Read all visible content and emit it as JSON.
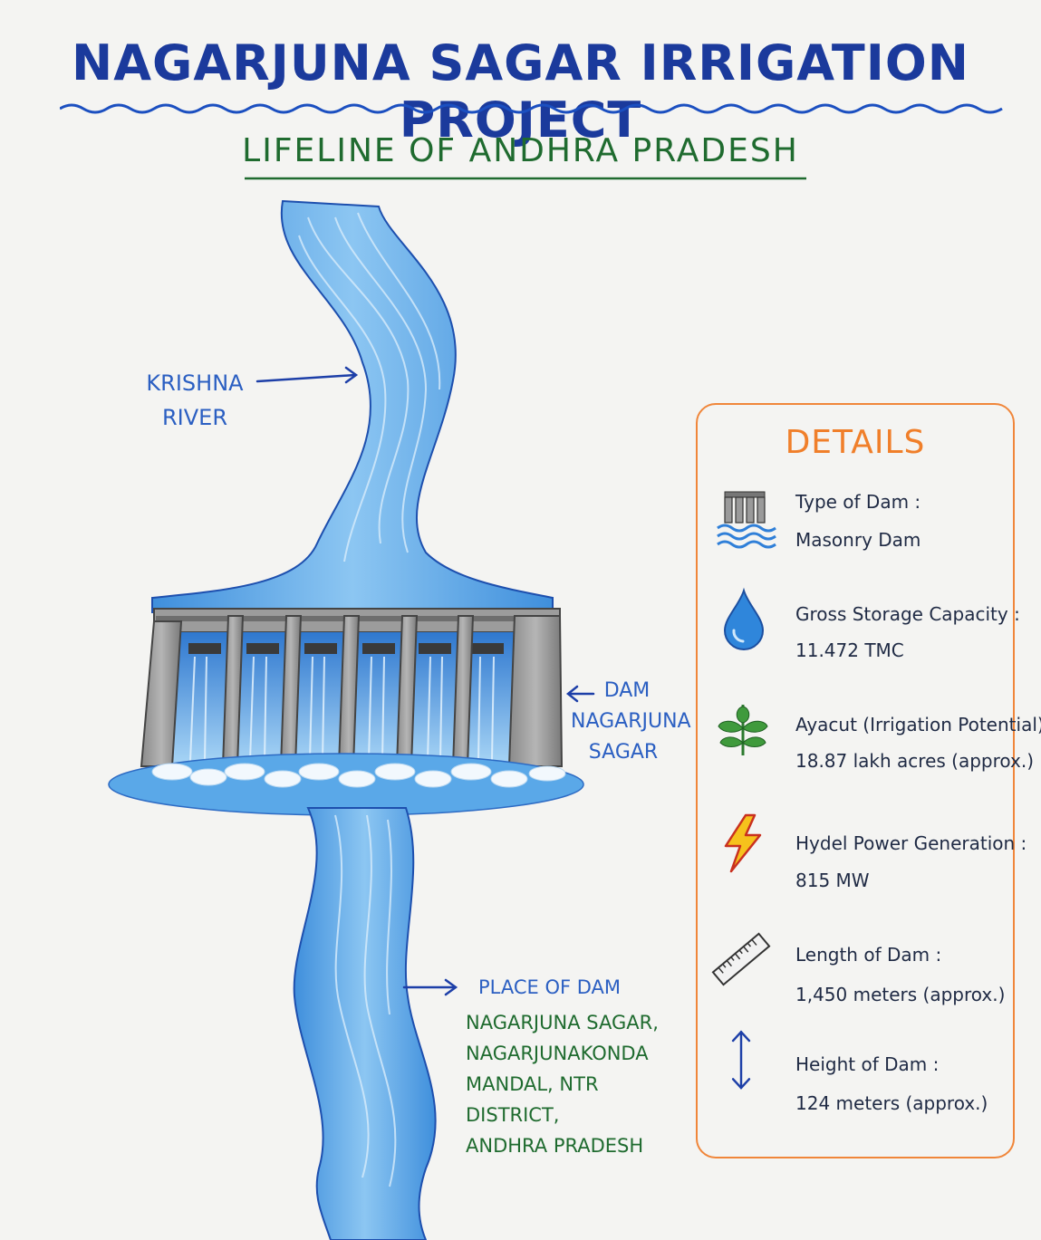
{
  "title": "NAGARJUNA SAGAR IRRIGATION PROJECT",
  "subtitle": "LIFELINE OF ANDHRA PRADESH",
  "river_label": [
    "KRISHNA",
    "RIVER"
  ],
  "dam_label": [
    "DAM",
    "NAGARJUNA",
    "SAGAR"
  ],
  "place": {
    "heading": "PLACE OF DAM",
    "lines": [
      "NAGARJUNA SAGAR,",
      "NAGARJUNAKONDA",
      "MANDAL, NTR DISTRICT,",
      "ANDHRA PRADESH"
    ]
  },
  "details": {
    "heading": "DETAILS",
    "items": [
      {
        "icon": "dam-icon",
        "label": "Type of Dam :",
        "value": "Masonry Dam"
      },
      {
        "icon": "water-drop-icon",
        "label": "Gross Storage Capacity :",
        "value": "11.472 TMC"
      },
      {
        "icon": "plant-icon",
        "label": "Ayacut (Irrigation Potential):",
        "value": "18.87 lakh acres (approx.)"
      },
      {
        "icon": "lightning-icon",
        "label": "Hydel Power Generation :",
        "value": "815 MW"
      },
      {
        "icon": "ruler-icon",
        "label": "Length of Dam :",
        "value": "1,450 meters (approx.)"
      },
      {
        "icon": "vertical-arrow-icon",
        "label": "Height of Dam :",
        "value": "124 meters (approx.)"
      }
    ]
  },
  "colors": {
    "title": "#1b3a9c",
    "subtitle": "#1f6b2f",
    "water": "#4fa3e8",
    "details_border": "#f0863a"
  }
}
